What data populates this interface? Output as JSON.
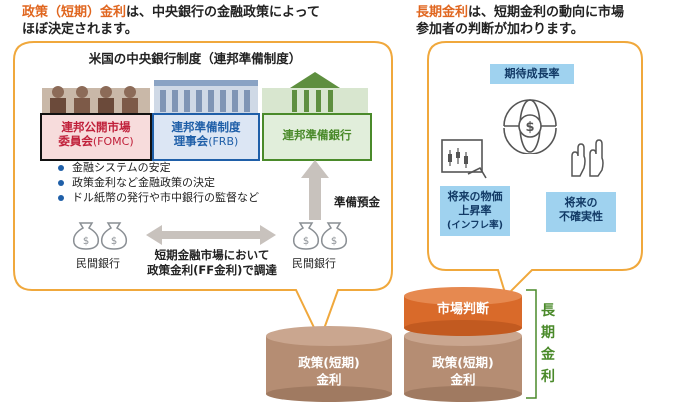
{
  "left_heading": {
    "highlight": "政策（短期）金利",
    "rest1": "は、中央銀行の金融政策によって",
    "line2": "ほぼ決定されます。"
  },
  "right_heading": {
    "highlight": "長期金利",
    "rest1": "は、短期金利の動向に市場",
    "line2": "参加者の判断が加わります。"
  },
  "fed": {
    "title": "米国の中央銀行制度（連邦準備制度）",
    "fomc": {
      "line1": "連邦公開市場",
      "line2_main": "委員会",
      "line2_sub": "(FOMC)"
    },
    "frb": {
      "line1": "連邦準備制度",
      "line2_main": "理事会",
      "line2_sub": "(FRB)"
    },
    "reserve_bank": "連邦準備銀行",
    "bullets": [
      "金融システムの安定",
      "政策金利など金融政策の決定",
      "ドル紙幣の発行や市中銀行の監督など"
    ],
    "reserve_deposit": "準備預金",
    "private_bank_left": "民間銀行",
    "private_bank_right": "民間銀行",
    "market_line1": "短期金融市場において",
    "market_line2": "政策金利(FF金利)で調達"
  },
  "market": {
    "expected_growth": "期待成長率",
    "inflation_line1": "将来の物価",
    "inflation_line2": "上昇率",
    "inflation_line3": "(インフレ率)",
    "uncertainty_line1": "将来の",
    "uncertainty_line2": "不確実性"
  },
  "cylinders": {
    "left_line1": "政策(短期)",
    "left_line2": "金利",
    "right_top": "市場判断",
    "right_bottom_line1": "政策(短期)",
    "right_bottom_line2": "金利"
  },
  "long_rate_vertical": [
    "長",
    "期",
    "金",
    "利"
  ],
  "colors": {
    "accent_orange": "#e0661f",
    "bubble_border": "#f0a83c",
    "fomc_red": "#c0203a",
    "frb_blue": "#1f5fa8",
    "bank_green": "#4a8a2a",
    "cyl_brown": "#b58d73",
    "cyl_orange": "#d96a2a",
    "market_box": "#9fd2ef"
  },
  "icons": [
    "building-icon",
    "coin-bag-icon",
    "double-arrow-icon",
    "up-arrow-icon",
    "globe-dollar-icon",
    "chart-monitor-icon",
    "raised-hands-icon"
  ]
}
